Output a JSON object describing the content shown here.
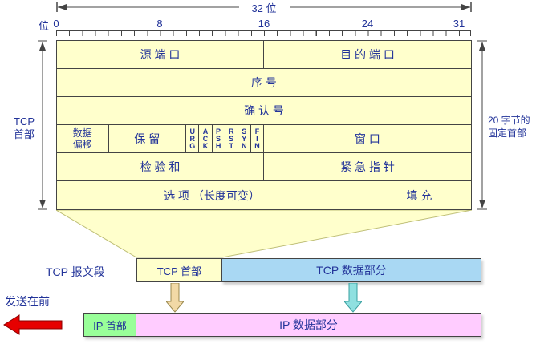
{
  "colors": {
    "text_navy": "#223399",
    "table_fill": "#FFFFCC",
    "tcp_data_fill": "#A9D8F3",
    "ip_header_fill": "#99FF99",
    "ip_data_fill": "#FFCCFF",
    "tan_arrow": "#F2D9A6",
    "cyan_arrow": "#8FE0E0",
    "red_arrow": "#E60000"
  },
  "ruler": {
    "width_label": "32 位",
    "unit_label": "位",
    "tick_labels": [
      "0",
      "8",
      "16",
      "24",
      "31"
    ]
  },
  "tcp_header": {
    "left_brace_label": "TCP\n首部",
    "right_brace_label": "20 字节的\n固定首部",
    "row1": {
      "source_port": "源 端 口",
      "dest_port": "目 的 端 口"
    },
    "row2": {
      "seq": "序  号"
    },
    "row3": {
      "ack": "确 认 号"
    },
    "row4": {
      "data_offset": "数据\n偏移",
      "reserved": "保 留",
      "flags": [
        "U\nR\nG",
        "A\nC\nK",
        "P\nS\nH",
        "R\nS\nT",
        "S\nY\nN",
        "F\nI\nN"
      ],
      "window": "窗 口"
    },
    "row5": {
      "checksum": "检 验 和",
      "urgent_pointer": "紧 急 指 针"
    },
    "row6": {
      "options": "选 项 （长度可变）",
      "padding": "填 充"
    }
  },
  "segment_bar": {
    "label": "TCP 报文段",
    "tcp_header_label": "TCP 首部",
    "tcp_data_label": "TCP 数据部分"
  },
  "ip_bar": {
    "direction_label": "发送在前",
    "ip_header_label": "IP 首部",
    "ip_data_label": "IP 数据部分"
  }
}
